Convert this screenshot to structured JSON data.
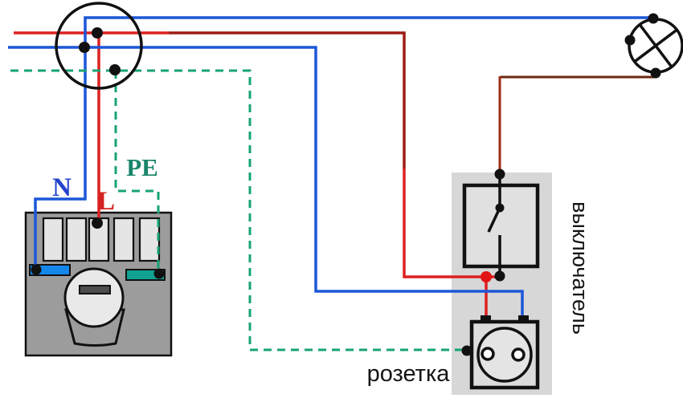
{
  "labels": {
    "neutral": "N",
    "line": "L",
    "earth": "PE",
    "switch": "выключатель",
    "socket": "розетка"
  },
  "colors": {
    "neutral_wire": "#1c57d8",
    "phase_wire": "#dd2020",
    "phase_wire_dark": "#9e1c14",
    "earth_wire": "#17a375",
    "lamp_wire_horizontal": "#6e2810",
    "lamp_wire_vertical": "#9c2d15",
    "neutral_label": "#2543cd",
    "line_label": "#d42222",
    "earth_label": "#19856a",
    "red_junction_dot": "#e01414",
    "symbol_stroke": "#111111",
    "panel_body": "#9c9c9c",
    "breaker_fill": "#e5e5e5",
    "neutral_bar": "#1487eb",
    "earth_bar": "#11a292",
    "meter_face": "#e9e9e9",
    "meter_slot": "#4e4e4e",
    "switch_backdrop": "#d7d7d7",
    "switch_face": "#e0e0e0",
    "socket_body": "#dcdcdc",
    "socket_face": "#e4e4e4",
    "text_color": "#141414"
  }
}
